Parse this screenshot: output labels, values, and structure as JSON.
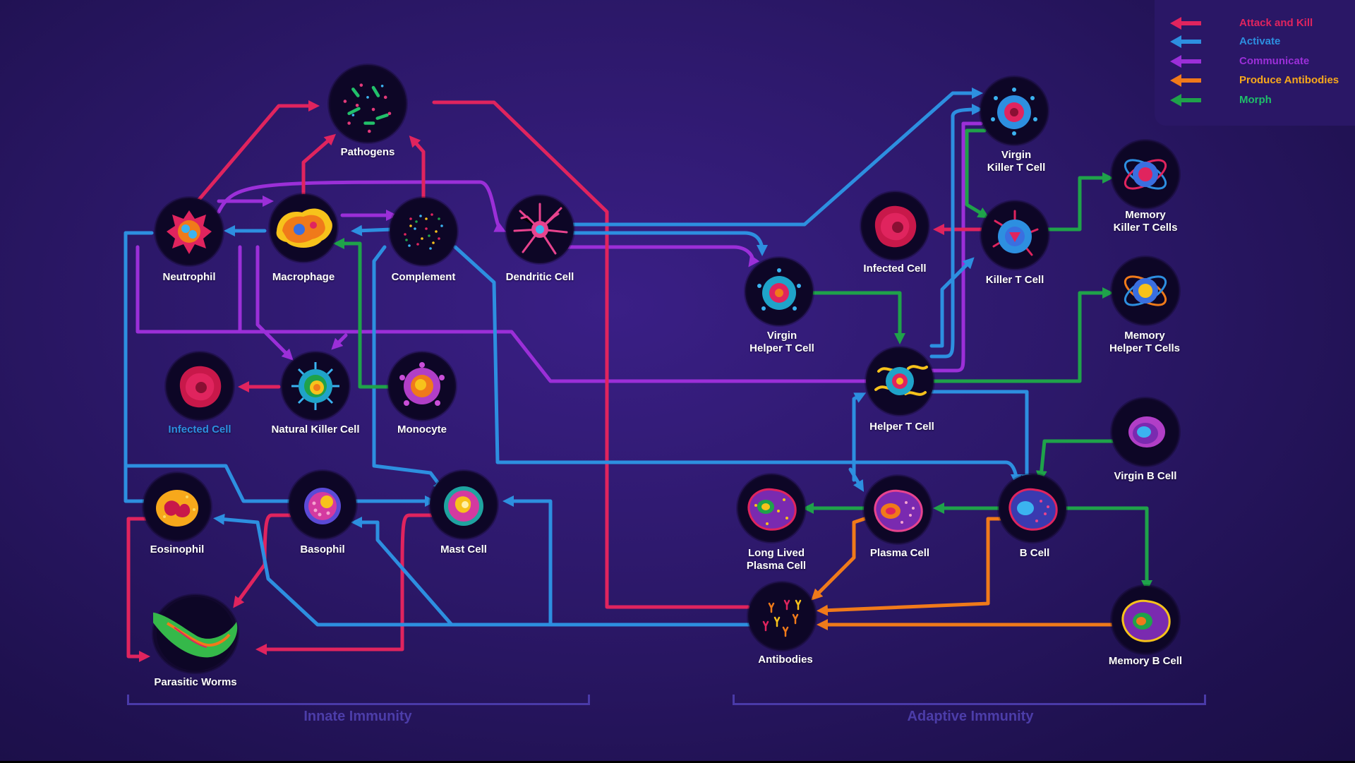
{
  "legend": {
    "attack": {
      "label": "Attack and Kill",
      "color": "#e0245e"
    },
    "activate": {
      "label": "Activate",
      "color": "#2d8fe0"
    },
    "communicate": {
      "label": "Communicate",
      "color": "#9b2fd8"
    },
    "produce": {
      "label": "Produce Antibodies",
      "color": "#f07a1a"
    },
    "morph": {
      "label": "Morph",
      "color": "#1fa24a"
    }
  },
  "sections": {
    "innate": "Innate Immunity",
    "adaptive": "Adaptive Immunity"
  },
  "cells": {
    "pathogens": "Pathogens",
    "neutrophil": "Neutrophil",
    "macrophage": "Macrophage",
    "complement": "Complement",
    "dendritic": "Dendritic Cell",
    "infected_left": "Infected Cell",
    "natural_killer": "Natural Killer Cell",
    "monocyte": "Monocyte",
    "eosinophil": "Eosinophil",
    "basophil": "Basophil",
    "mast": "Mast Cell",
    "worms": "Parasitic Worms",
    "virgin_killer": "Virgin\nKiller T Cell",
    "memory_killer": "Memory\nKiller T Cells",
    "infected_right": "Infected Cell",
    "killer": "Killer T Cell",
    "virgin_helper": "Virgin\nHelper T Cell",
    "memory_helper": "Memory\nHelper T Cells",
    "helper": "Helper T Cell",
    "virgin_b": "Virgin B Cell",
    "long_plasma": "Long Lived\nPlasma Cell",
    "plasma": "Plasma Cell",
    "b_cell": "B Cell",
    "antibodies": "Antibodies",
    "memory_b": "Memory B Cell"
  }
}
